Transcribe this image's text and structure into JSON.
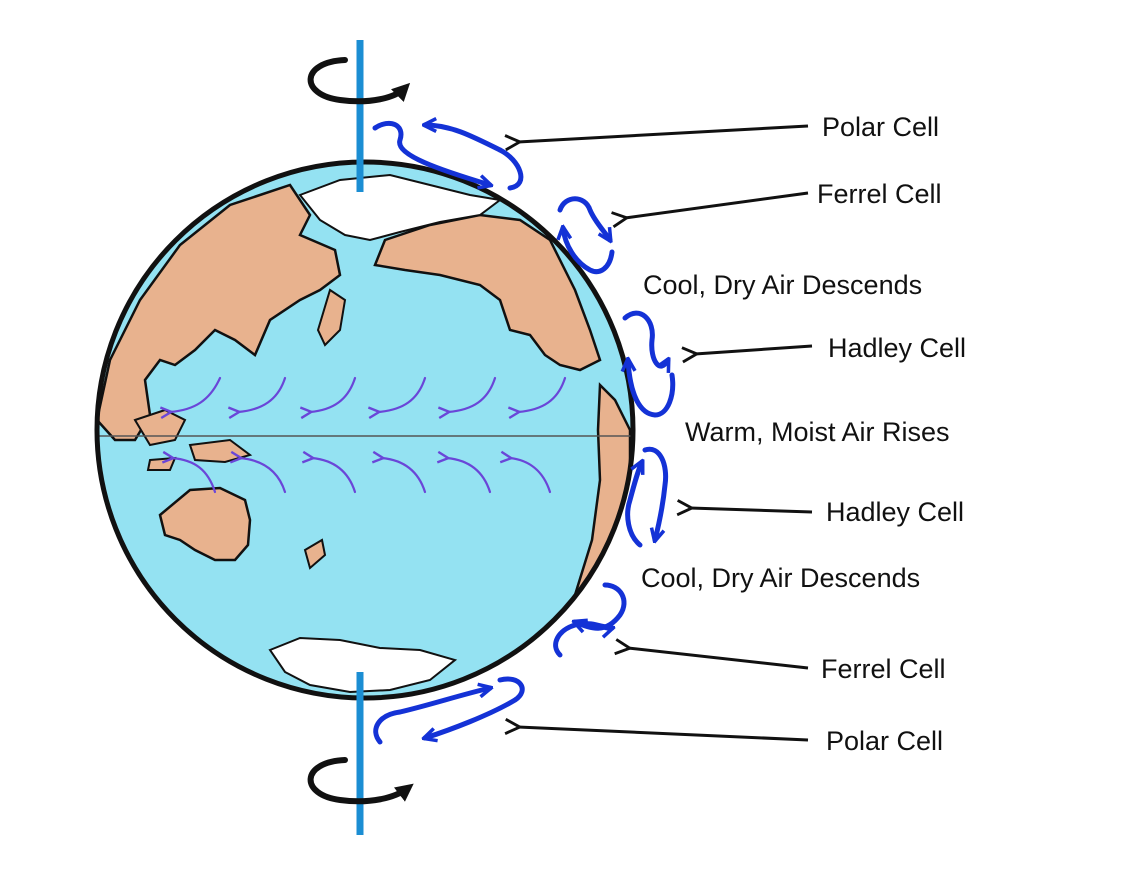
{
  "diagram": {
    "labels": {
      "polar_north": "Polar Cell",
      "ferrel_north": "Ferrel Cell",
      "descend_north": "Cool, Dry Air Descends",
      "hadley_north": "Hadley Cell",
      "rises": "Warm, Moist Air Rises",
      "hadley_south": "Hadley Cell",
      "descend_south": "Cool, Dry Air Descends",
      "ferrel_south": "Ferrel Cell",
      "polar_south": "Polar Cell"
    },
    "colors": {
      "ocean": "#94e2f2",
      "land": "#e8b28e",
      "ice": "#ffffff",
      "axis": "#1b8ed3",
      "cell_arrows": "#1432d6",
      "trade_winds": "#6a46d8"
    }
  }
}
